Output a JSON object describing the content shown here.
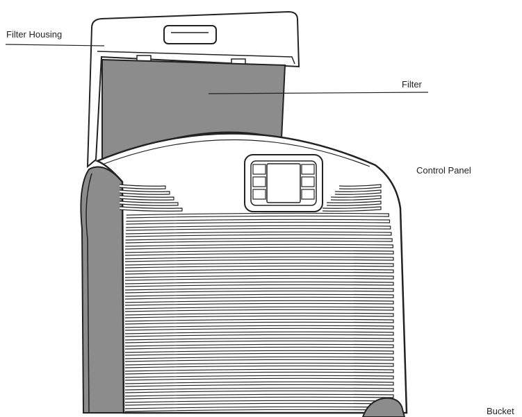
{
  "diagram": {
    "labels": {
      "filter_housing": "Filter Housing",
      "filter": "Filter",
      "control_panel": "Control Panel",
      "bucket": "Bucket"
    },
    "colors": {
      "outline": "#222222",
      "filter_fill": "#8c8c8c",
      "body_fill": "#ffffff"
    }
  }
}
